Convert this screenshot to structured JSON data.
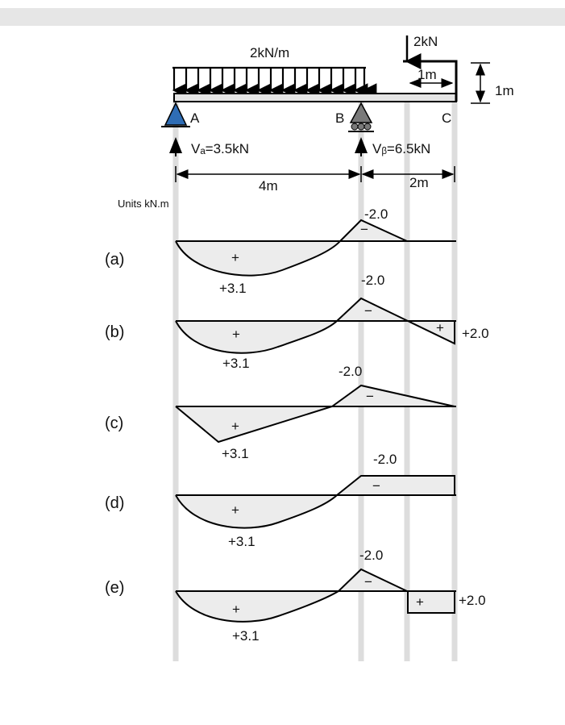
{
  "beam": {
    "load_udl": "2kN/m",
    "load_point": "2kN",
    "dim_overhang_1m": "1m",
    "dim_height_1m": "1m",
    "support_a": "A",
    "support_b": "B",
    "end_c": "C",
    "reaction_a": "Vₐ=3.5kN",
    "reaction_b": "Vᵦ=6.5kN",
    "span_ab": "4m",
    "span_bc": "2m"
  },
  "units_label": "Units kN.m",
  "cases": [
    {
      "label": "(a)",
      "pos_sign": "+",
      "neg_sign": "−",
      "max_pos": "+3.1",
      "max_neg": "-2.0"
    },
    {
      "label": "(b)",
      "pos_sign": "+",
      "neg_sign": "−",
      "max_pos": "+3.1",
      "max_neg": "-2.0",
      "end_sign": "+",
      "end_value": "+2.0"
    },
    {
      "label": "(c)",
      "pos_sign": "+",
      "neg_sign": "−",
      "max_pos": "+3.1",
      "max_neg": "-2.0"
    },
    {
      "label": "(d)",
      "pos_sign": "+",
      "neg_sign": "−",
      "max_pos": "+3.1",
      "max_neg": "-2.0"
    },
    {
      "label": "(e)",
      "pos_sign": "+",
      "neg_sign": "−",
      "max_pos": "+3.1",
      "max_neg": "-2.0",
      "end_sign": "+",
      "end_value": "+2.0"
    }
  ],
  "colors": {
    "support_a": "#2f6db5",
    "support_b": "#7a7a7a",
    "guide_line": "#dddddd",
    "top_strip": "#e6e6e6"
  }
}
